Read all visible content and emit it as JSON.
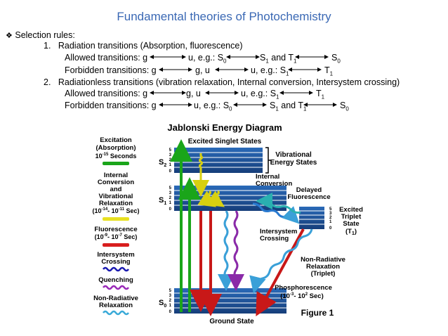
{
  "slide": {
    "title": "Fundamental theories of Photochemistry",
    "bullet_icon": "diamond-bullet-icon",
    "bullet_text": "Selection rules:",
    "items": [
      {
        "number": "1.",
        "heading": "Radiation transitions (Absorption, fluorescence)",
        "allowed": {
          "label": "Allowed transitions: g",
          "mid": "u, e.g.: S",
          "mid_sub": "0",
          "right": "S",
          "right_sub": "1",
          "right_rest": " and T",
          "right_rest_sub": "1",
          "end": "S",
          "end_sub": "0"
        },
        "forbidden": {
          "label": "Forbidden transitions: g",
          "mid": "g, u",
          "right": "u, e.g.: S",
          "right_sub": "1",
          "end": "T",
          "end_sub": "1"
        }
      },
      {
        "number": "2.",
        "heading": "Radiationless transitions (vibration relaxation, Internal conversion, Intersystem crossing)",
        "allowed": {
          "label": "Allowed transitions: g",
          "mid": "g, u",
          "right": "u, e.g.: S",
          "right_sub": "1",
          "end": "T",
          "end_sub": "1"
        },
        "forbidden": {
          "label": "Forbidden transitions: g",
          "mid": "u, e.g.: S",
          "mid_sub": "0",
          "right": "S",
          "right_sub": "1",
          "right_rest": " and T",
          "right_rest_sub": "1",
          "end": "S",
          "end_sub": "0"
        }
      }
    ]
  },
  "diagram": {
    "title": "Jablonski Energy Diagram",
    "excited_singlet_states": "Excited Singlet States",
    "vibrational_energy_states": [
      "Vibrational",
      "Energy States"
    ],
    "internal_conversion": [
      "Internal",
      "Conversion"
    ],
    "delayed_fluorescence": [
      "Delayed",
      "Fluorescence"
    ],
    "excited_triplet_state": [
      "Excited",
      "Triplet",
      "State",
      "(T",
      "1",
      ")"
    ],
    "intersystem_crossing": [
      "Intersystem",
      "Crossing"
    ],
    "non_radiative_relaxation_triplet": [
      "Non-Radiative",
      "Relaxation",
      "(Triplet)"
    ],
    "phosphorescence": [
      "Phosphorescence",
      "(10",
      "-3",
      "- 10",
      "2",
      " Sec)"
    ],
    "ground_state": "Ground State",
    "figure_label": "Figure 1",
    "state_labels": {
      "s2": "S",
      "s2_sub": "2",
      "s1": "S",
      "s1_sub": "1",
      "s0": "S",
      "s0_sub": "0"
    },
    "level_numbers": [
      "5",
      "3",
      "2",
      "1",
      "0"
    ],
    "legend": [
      {
        "lines": [
          "Excitation",
          "(Absorption)"
        ],
        "time": [
          "10",
          "-15",
          " Seconds"
        ],
        "color": "#1aa51a",
        "style": "solid"
      },
      {
        "lines": [
          "Internal",
          "Conversion",
          "and",
          "Vibrational",
          "Relaxation"
        ],
        "time": [
          "(10",
          "-14",
          "- 10",
          "-11",
          " Sec)"
        ],
        "color": "#e8e020",
        "style": "solid"
      },
      {
        "lines": [
          "Fluorescence"
        ],
        "time": [
          "(10",
          "-9",
          "- 10",
          "-7",
          " Sec)"
        ],
        "color": "#d81e1e",
        "style": "solid"
      },
      {
        "lines": [
          "Intersystem",
          "Crossing"
        ],
        "time": [],
        "color": "#1a1ab0",
        "style": "wavy"
      },
      {
        "lines": [
          "Quenching"
        ],
        "time": [],
        "color": "#9a2ab8",
        "style": "wavy"
      },
      {
        "lines": [
          "Non-Radiative",
          "Relaxation"
        ],
        "time": [],
        "color": "#3aaad8",
        "style": "wavy"
      }
    ]
  }
}
